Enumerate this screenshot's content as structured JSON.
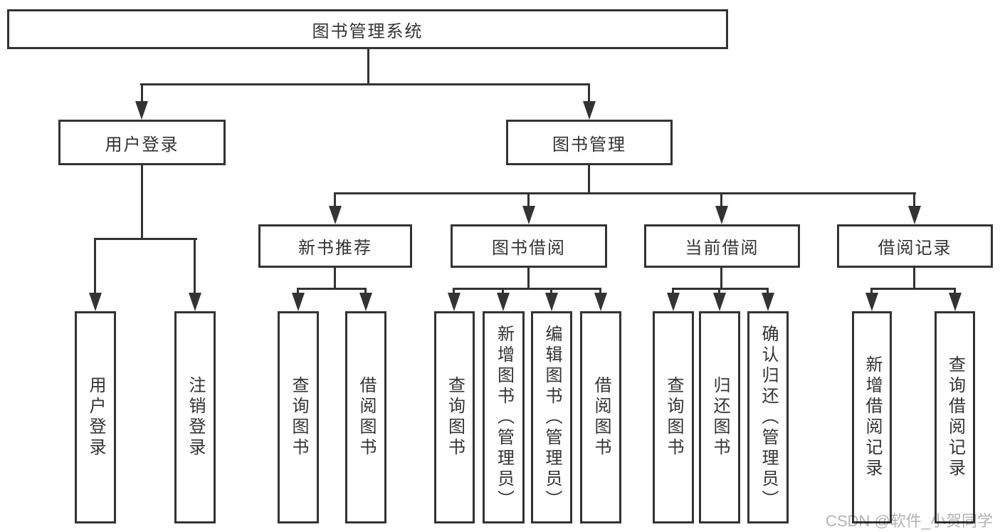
{
  "tree": {
    "label": "图书管理系统",
    "children": [
      {
        "label": "用户登录",
        "children": [
          {
            "label": "用户登录"
          },
          {
            "label": "注销登录"
          }
        ]
      },
      {
        "label": "图书管理",
        "children": [
          {
            "label": "新书推荐",
            "children": [
              {
                "label": "查询图书"
              },
              {
                "label": "借阅图书"
              }
            ]
          },
          {
            "label": "图书借阅",
            "children": [
              {
                "label": "查询图书"
              },
              {
                "label": "新增图书（管理员）"
              },
              {
                "label": "编辑图书（管理员）"
              },
              {
                "label": "借阅图书"
              }
            ]
          },
          {
            "label": "当前借阅",
            "children": [
              {
                "label": "查询图书"
              },
              {
                "label": "归还图书"
              },
              {
                "label": "确认归还（管理员）"
              }
            ]
          },
          {
            "label": "借阅记录",
            "children": [
              {
                "label": "新增借阅记录"
              },
              {
                "label": "查询借阅记录"
              }
            ]
          }
        ]
      }
    ]
  },
  "watermark": "CSDN @软件_小贺同学",
  "colors": {
    "line": "#333333",
    "text": "#333333",
    "box_background": "#ffffff",
    "page_background": "#ffffff",
    "watermark": "#b3b3b3"
  }
}
